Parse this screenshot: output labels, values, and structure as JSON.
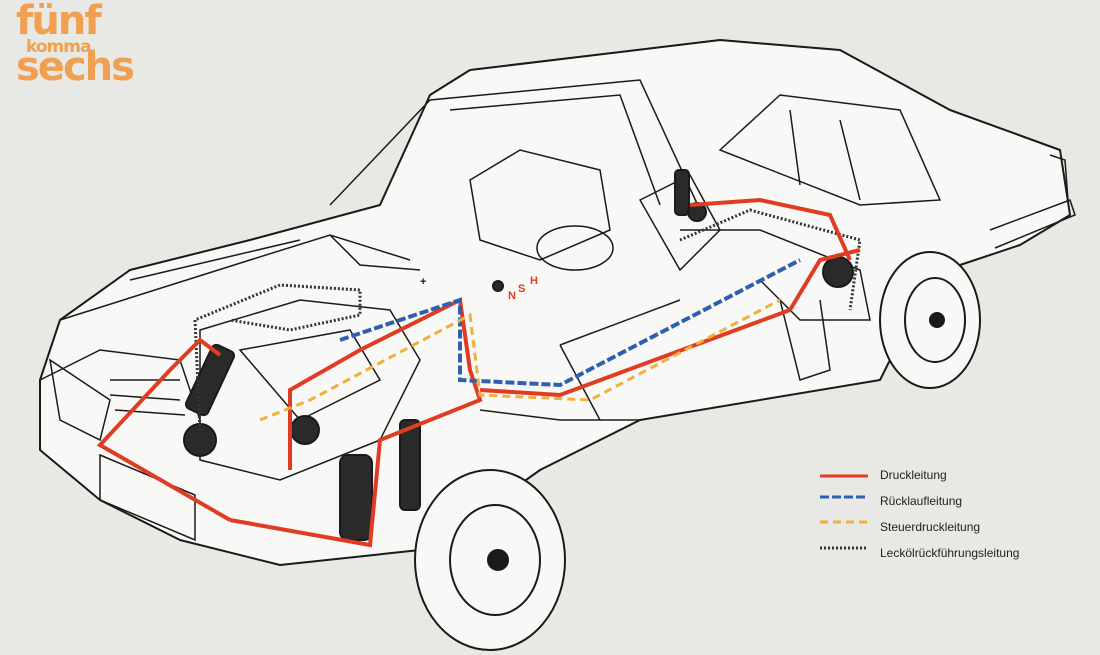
{
  "logo": {
    "line1": "fünf",
    "line2": "komma",
    "line3": "sechs",
    "color": "#f0a050"
  },
  "markers": {
    "plus": "+",
    "n": "N",
    "s": "S",
    "h": "H"
  },
  "colors": {
    "druck": "#e03c23",
    "ruecklauf": "#2e5fb0",
    "steuer": "#f0b03c",
    "leckoel": "#333333",
    "outline": "#1a1a1a"
  },
  "legend": [
    {
      "label": "Druckleitung",
      "style": "solid",
      "color": "#e03c23"
    },
    {
      "label": "Rücklaufleitung",
      "style": "dotted-blue",
      "color": "#2e5fb0"
    },
    {
      "label": "Steuerdruckleitung",
      "style": "dashed",
      "color": "#f0b03c"
    },
    {
      "label": "Leckölrückführungsleitung",
      "style": "dotted-black",
      "color": "#333333"
    }
  ]
}
